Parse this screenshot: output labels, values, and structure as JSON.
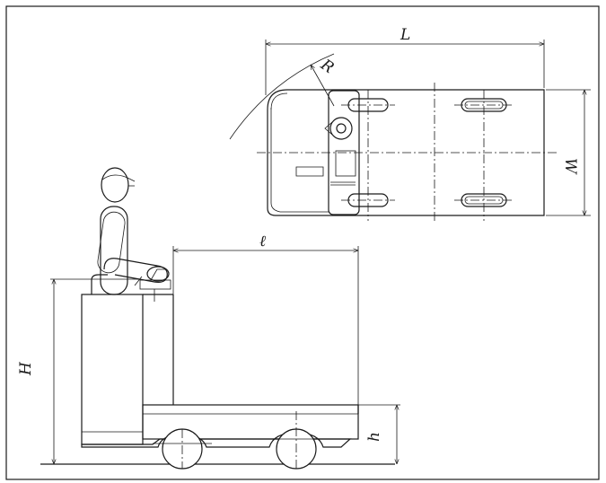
{
  "diagram": {
    "labels": {
      "L": "L",
      "R": "R",
      "W": "W",
      "l": "ℓ",
      "H": "H",
      "h": "h"
    }
  }
}
